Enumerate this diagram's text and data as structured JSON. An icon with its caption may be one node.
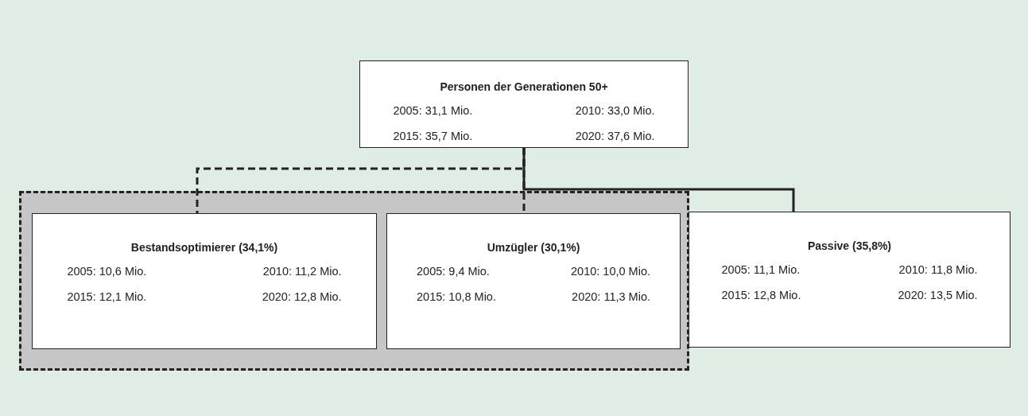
{
  "diagram": {
    "nodes": [
      {
        "text": [
          "Personen der Generationen 50+",
          "2005: 31,1 Mio.",
          "2010: 33,0 Mio.",
          "2015: 35,7 Mio.",
          "2020: 37,6 Mio."
        ]
      },
      {
        "text": [],
        "shape": "box"
      },
      {
        "text": [
          "Bestandsoptimierer (34,1%)",
          "2005: 10,6 Mio.",
          "2010: 11,2 Mio.",
          "2015: 12,1 Mio.",
          "2020: 12,8 Mio."
        ],
        "in": 1
      },
      {
        "text": [
          "Umzügler (30,1%)",
          "2005: 9,4 Mio.",
          "2010: 10,0 Mio.",
          "2015: 10,8 Mio.",
          "2020: 11,3 Mio."
        ],
        "in": 1
      },
      {
        "text": [
          "Passive (35,8%)",
          "2005: 11,1 Mio.",
          "2010: 11,8 Mio.",
          "2015: 12,8 Mio.",
          "2020: 13,5 Mio."
        ]
      }
    ],
    "edges": [
      {
        "from": 0,
        "to": 2,
        "arrow": "none",
        "style": "dashed"
      },
      {
        "from": 0,
        "to": 3,
        "arrow": "none",
        "style": "dashed"
      },
      {
        "from": 0,
        "to": 4,
        "arrow": "none"
      }
    ]
  }
}
